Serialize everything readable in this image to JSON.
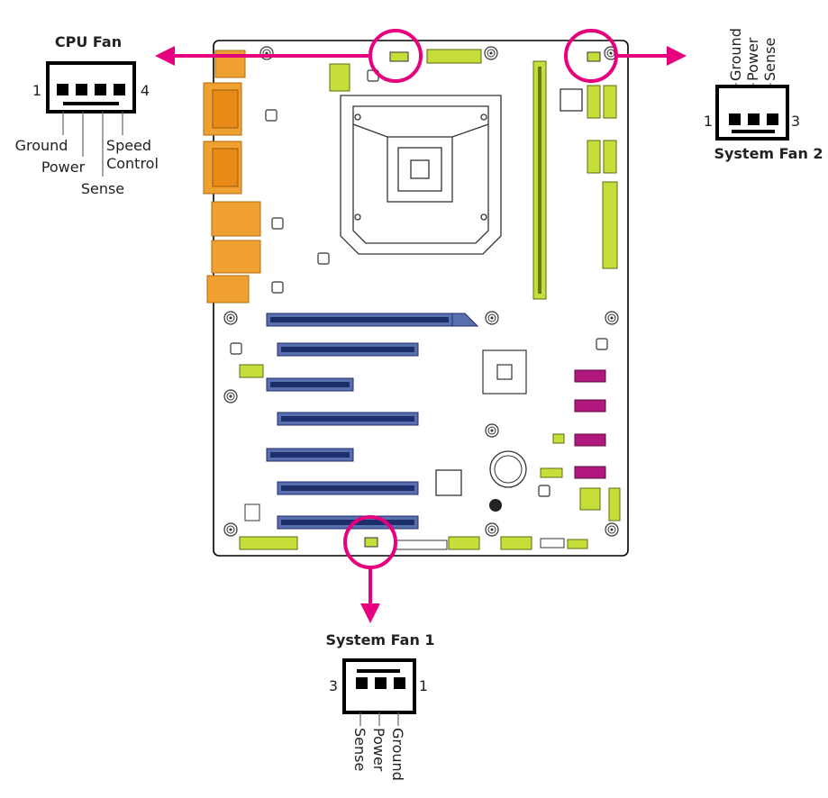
{
  "colors": {
    "accent": "#e6007e",
    "connector_green": "#c6dd3a",
    "slot_blue": "#5a6fb0",
    "slot_dark": "#1e2e6a",
    "io_orange": "#f0a030",
    "sata_magenta": "#b0187e",
    "board_outline": "#000000"
  },
  "cpu_fan": {
    "title": "CPU Fan",
    "pin_first": "1",
    "pin_last": "4",
    "pins": [
      "Ground",
      "Power",
      "Sense",
      "Speed",
      "Control"
    ]
  },
  "system_fan_2": {
    "title": "System Fan 2",
    "pin_first": "1",
    "pin_last": "3",
    "pins": [
      "Ground",
      "Power",
      "Sense"
    ]
  },
  "system_fan_1": {
    "title": "System Fan 1",
    "pin_first": "3",
    "pin_last": "1",
    "pins": [
      "Sense",
      "Power",
      "Ground"
    ]
  },
  "icons": {
    "arrow": "arrow-icon",
    "highlight": "highlight-circle-icon",
    "mount_hole": "mounting-hole-icon"
  }
}
